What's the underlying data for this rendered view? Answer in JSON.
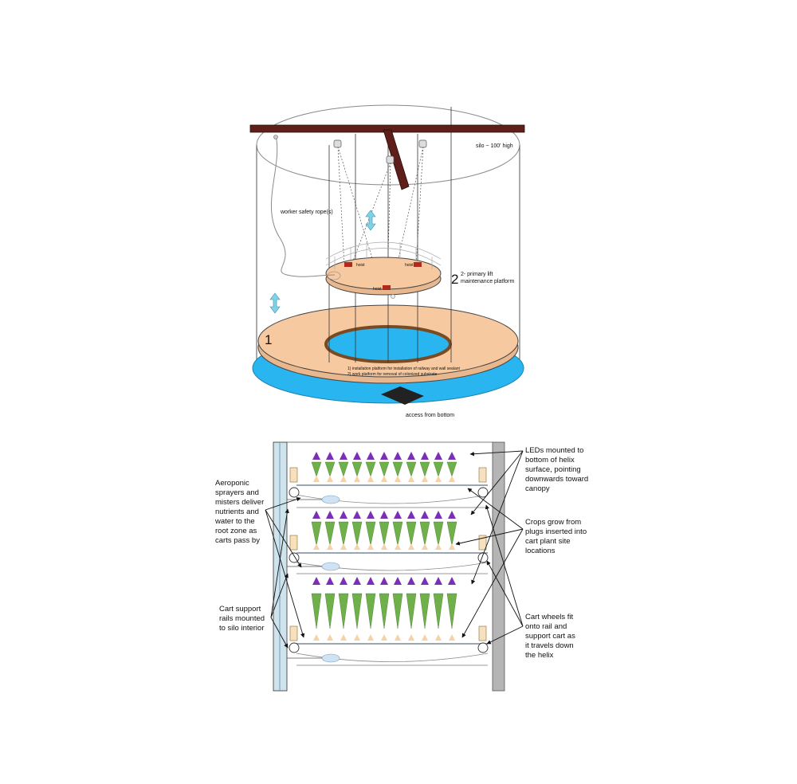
{
  "top_diagram": {
    "silo_height_label": "silo ~ 100' high",
    "worker_rope_label": "worker safety rope(s)",
    "platform2_number": "2",
    "platform2_label_line1": "2- primary lift",
    "platform2_label_line2": "maintenance platform",
    "hoist_label": "hoist",
    "platform1_number": "1",
    "platform1_note_line1": "1) installation platform for installation of railway and wall sealant",
    "platform1_note_line2": "2) work platform for removal of colonized substrate",
    "access_label": "access from bottom",
    "colors": {
      "beam": "#5e1f1a",
      "platform": "#f7c9a0",
      "water": "#29b6f0",
      "arrow": "#7fd3e6",
      "hoist": "#b02a1e"
    }
  },
  "bottom_diagram": {
    "callouts": {
      "aeroponic": [
        "Aeroponic",
        "sprayers and",
        "misters deliver",
        "nutrients and",
        "water to the",
        "root zone as",
        "carts pass by"
      ],
      "cart_rails": [
        "Cart support",
        "rails mounted",
        "to silo interior"
      ],
      "leds": [
        "LEDs mounted to",
        "bottom of helix",
        "surface, pointing",
        "downwards toward",
        "canopy"
      ],
      "crops": [
        "Crops grow from",
        "plugs inserted into",
        "cart plant site",
        "locations"
      ],
      "wheels": [
        "Cart wheels fit",
        "onto rail and",
        "support cart as",
        "it travels down",
        "the helix"
      ]
    },
    "icons": [
      "led-icon",
      "plant-icon",
      "root-plug-icon",
      "mister-nozzle-icon",
      "wheel-icon"
    ],
    "colors": {
      "led": "#7b2fb5",
      "plant": "#6fb04a",
      "root": "#f5d2a8",
      "wall_left": "#cfe3ec",
      "wall_right": "#b5b5b5",
      "rail": "#9aa6b2"
    }
  }
}
